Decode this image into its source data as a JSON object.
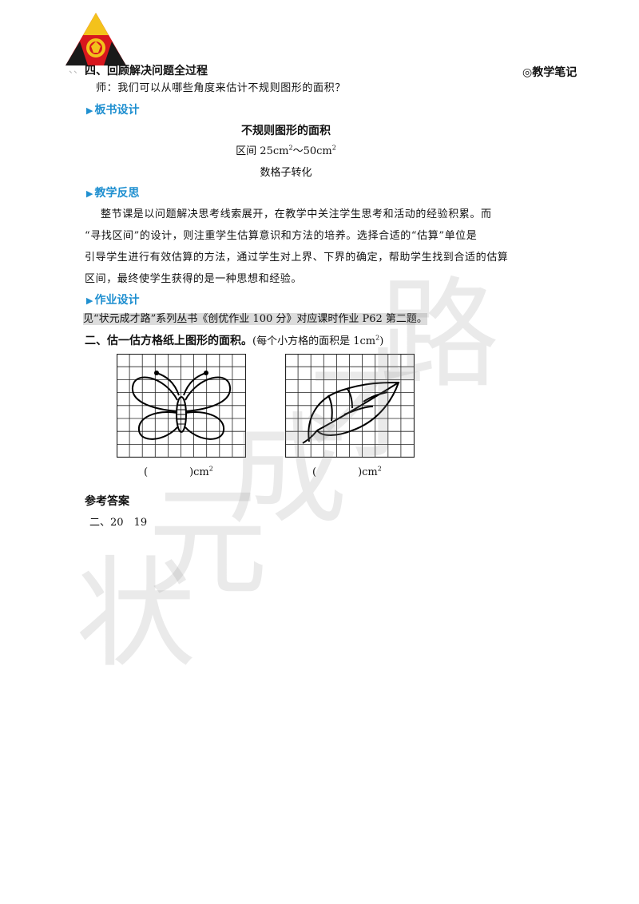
{
  "header": {
    "section_title": "四、回顾解决问题全过程",
    "side_note": "◎教学笔记",
    "bullet_dots": "、、"
  },
  "question_line": "师：我们可以从哪些角度来估计不规则图形的面积？",
  "board": {
    "tag": "板书设计",
    "title": "不规则图形的面积",
    "range_prefix": "区间 25cm",
    "range_sup1": "2",
    "range_mid": "～50cm",
    "range_sup2": "2",
    "method": "数格子转化"
  },
  "reflection": {
    "tag": "教学反思",
    "lines": [
      "整节课是以问题解决思考线索展开，在教学中关注学生思考和活动的经验积累。而",
      "“寻找区间”的设计，则注重学生估算意识和方法的培养。选择合适的“估算”单位是",
      "引导学生进行有效估算的方法，通过学生对上界、下界的确定，帮助学生找到合适的估算",
      "区间，最终使学生获得的是一种思想和经验。"
    ]
  },
  "homework": {
    "tag": "作业设计",
    "text": "见“状元成才路”系列丛书《创优作业 100 分》对应课时作业 P62 第二题。"
  },
  "exercise": {
    "title": "二、估一估方格纸上图形的面积。",
    "note_prefix": "(每个小方格的面积是 1cm",
    "note_sup": "2",
    "note_suffix": ")",
    "figures": [
      {
        "icon": "butterfly-icon",
        "blank": "(　　　　)cm",
        "sup": "2"
      },
      {
        "icon": "leaf-icon",
        "blank": "(　　　　)cm",
        "sup": "2"
      }
    ]
  },
  "answers": {
    "title": "参考答案",
    "text": "二、20　19"
  },
  "watermark": {
    "chars": [
      "状",
      "元",
      "成",
      "才",
      "路"
    ]
  },
  "colors": {
    "accent": "#1e8fd0",
    "logo_red": "#d8171e",
    "logo_black": "#1a1a1a",
    "logo_gold": "#f3c21b"
  }
}
